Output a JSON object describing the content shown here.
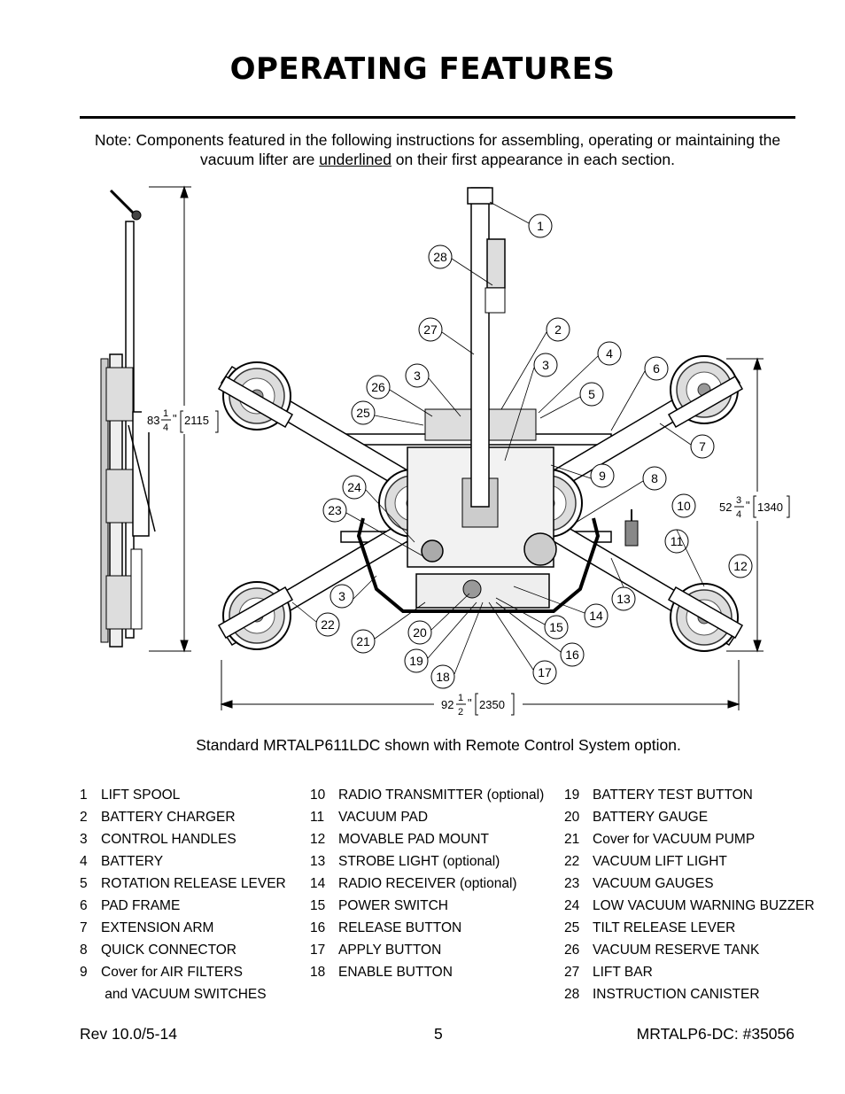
{
  "title": "OPERATING FEATURES",
  "note": {
    "prefix": "Note:   Components featured in the following instructions for assembling, operating or maintaining the vacuum lifter are ",
    "underlined": "underlined",
    "suffix": " on their first appearance in each section."
  },
  "diagram": {
    "height_dim": {
      "whole": "83",
      "num": "1",
      "den": "4",
      "metric": "2115"
    },
    "depth_dim": {
      "whole": "52",
      "num": "3",
      "den": "4",
      "metric": "1340"
    },
    "width_dim": {
      "whole": "92",
      "num": "1",
      "den": "2",
      "metric": "2350"
    },
    "inch_mark": "\""
  },
  "caption": "Standard MRTALP611LDC shown with Remote Control System option.",
  "legend": {
    "col1": [
      {
        "n": "1",
        "t": "LIFT SPOOL"
      },
      {
        "n": "2",
        "t": "BATTERY CHARGER"
      },
      {
        "n": "3",
        "t": "CONTROL HANDLES"
      },
      {
        "n": "4",
        "t": "BATTERY"
      },
      {
        "n": "5",
        "t": "ROTATION RELEASE LEVER"
      },
      {
        "n": "6",
        "t": "PAD FRAME"
      },
      {
        "n": "7",
        "t": "EXTENSION ARM"
      },
      {
        "n": "8",
        "t": "QUICK CONNECTOR"
      },
      {
        "n": "9",
        "t": "Cover for AIR FILTERS"
      },
      {
        "n": "",
        "t": " and VACUUM SWITCHES"
      }
    ],
    "col2": [
      {
        "n": "10",
        "t": "RADIO TRANSMITTER (optional)"
      },
      {
        "n": "11",
        "t": "VACUUM PAD"
      },
      {
        "n": "12",
        "t": "MOVABLE PAD MOUNT"
      },
      {
        "n": "13",
        "t": "STROBE LIGHT (optional)"
      },
      {
        "n": "14",
        "t": "RADIO RECEIVER (optional)"
      },
      {
        "n": "15",
        "t": "POWER SWITCH"
      },
      {
        "n": "16",
        "t": "RELEASE BUTTON"
      },
      {
        "n": "17",
        "t": "APPLY BUTTON"
      },
      {
        "n": "18",
        "t": "ENABLE BUTTON"
      }
    ],
    "col3": [
      {
        "n": "19",
        "t": "BATTERY TEST BUTTON"
      },
      {
        "n": "20",
        "t": "BATTERY GAUGE"
      },
      {
        "n": "21",
        "t": "Cover for VACUUM PUMP"
      },
      {
        "n": "22",
        "t": "VACUUM LIFT LIGHT"
      },
      {
        "n": "23",
        "t": "VACUUM GAUGES"
      },
      {
        "n": "24",
        "t": "LOW VACUUM WARNING BUZZER"
      },
      {
        "n": "25",
        "t": "TILT RELEASE LEVER"
      },
      {
        "n": "26",
        "t": "VACUUM RESERVE TANK"
      },
      {
        "n": "27",
        "t": "LIFT BAR"
      },
      {
        "n": "28",
        "t": "INSTRUCTION CANISTER"
      }
    ]
  },
  "footer": {
    "rev": "Rev 10.0/5-14",
    "page": "5",
    "doc": "MRTALP6-DC: #35056"
  }
}
